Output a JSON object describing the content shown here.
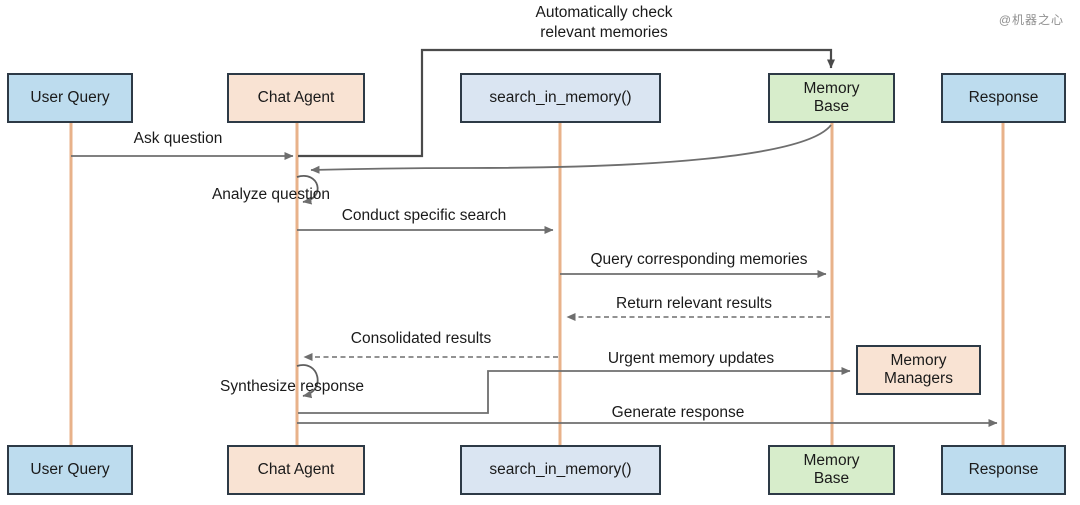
{
  "title": "Chat agent memory sequence diagram",
  "watermark": "@机器之心",
  "palette": {
    "actor_blue": "#BDDCEE",
    "actor_peach": "#F9E3D3",
    "actor_lavender": "#DAE5F2",
    "actor_green": "#D7EDCB",
    "box_border": "#2D3A46",
    "lifeline": "#E8B28A",
    "arrow_gray": "#6E6E6E",
    "arrow_dark": "#4B4B4B",
    "text": "#1A1A1A"
  },
  "actors": [
    {
      "id": "user-query",
      "label": "User Query",
      "color": "#BDDCEE"
    },
    {
      "id": "chat-agent",
      "label": "Chat Agent",
      "color": "#F9E3D3"
    },
    {
      "id": "search-in-memory",
      "label": "search_in_memory()",
      "color": "#DAE5F2"
    },
    {
      "id": "memory-base",
      "label": "Memory Base",
      "color": "#D7EDCB"
    },
    {
      "id": "response",
      "label": "Response",
      "color": "#BDDCEE"
    }
  ],
  "memory_managers": {
    "label": "Memory Managers",
    "color": "#F9E3D3"
  },
  "messages": {
    "auto_check": {
      "label": "Automatically check relevant memories",
      "from": "Chat Agent",
      "to": "Memory Base",
      "style": "solid"
    },
    "ask": {
      "label": "Ask question",
      "from": "User Query",
      "to": "Chat Agent",
      "style": "solid"
    },
    "analyze": {
      "label": "Analyze question",
      "from": "Chat Agent",
      "to": "Chat Agent",
      "style": "self-loop"
    },
    "conduct": {
      "label": "Conduct specific search",
      "from": "Chat Agent",
      "to": "search_in_memory()",
      "style": "solid"
    },
    "query": {
      "label": "Query corresponding memories",
      "from": "search_in_memory()",
      "to": "Memory Base",
      "style": "solid"
    },
    "return": {
      "label": "Return relevant results",
      "from": "Memory Base",
      "to": "search_in_memory()",
      "style": "dashed"
    },
    "consolidated": {
      "label": "Consolidated results",
      "from": "search_in_memory()",
      "to": "Chat Agent",
      "style": "dashed"
    },
    "urgent": {
      "label": "Urgent memory updates",
      "from": "Chat Agent",
      "to": "Memory Managers",
      "style": "solid"
    },
    "synthesize": {
      "label": "Synthesize response",
      "from": "Chat Agent",
      "to": "Chat Agent",
      "style": "self-loop"
    },
    "generate": {
      "label": "Generate response",
      "from": "Chat Agent",
      "to": "Response",
      "style": "solid"
    }
  }
}
